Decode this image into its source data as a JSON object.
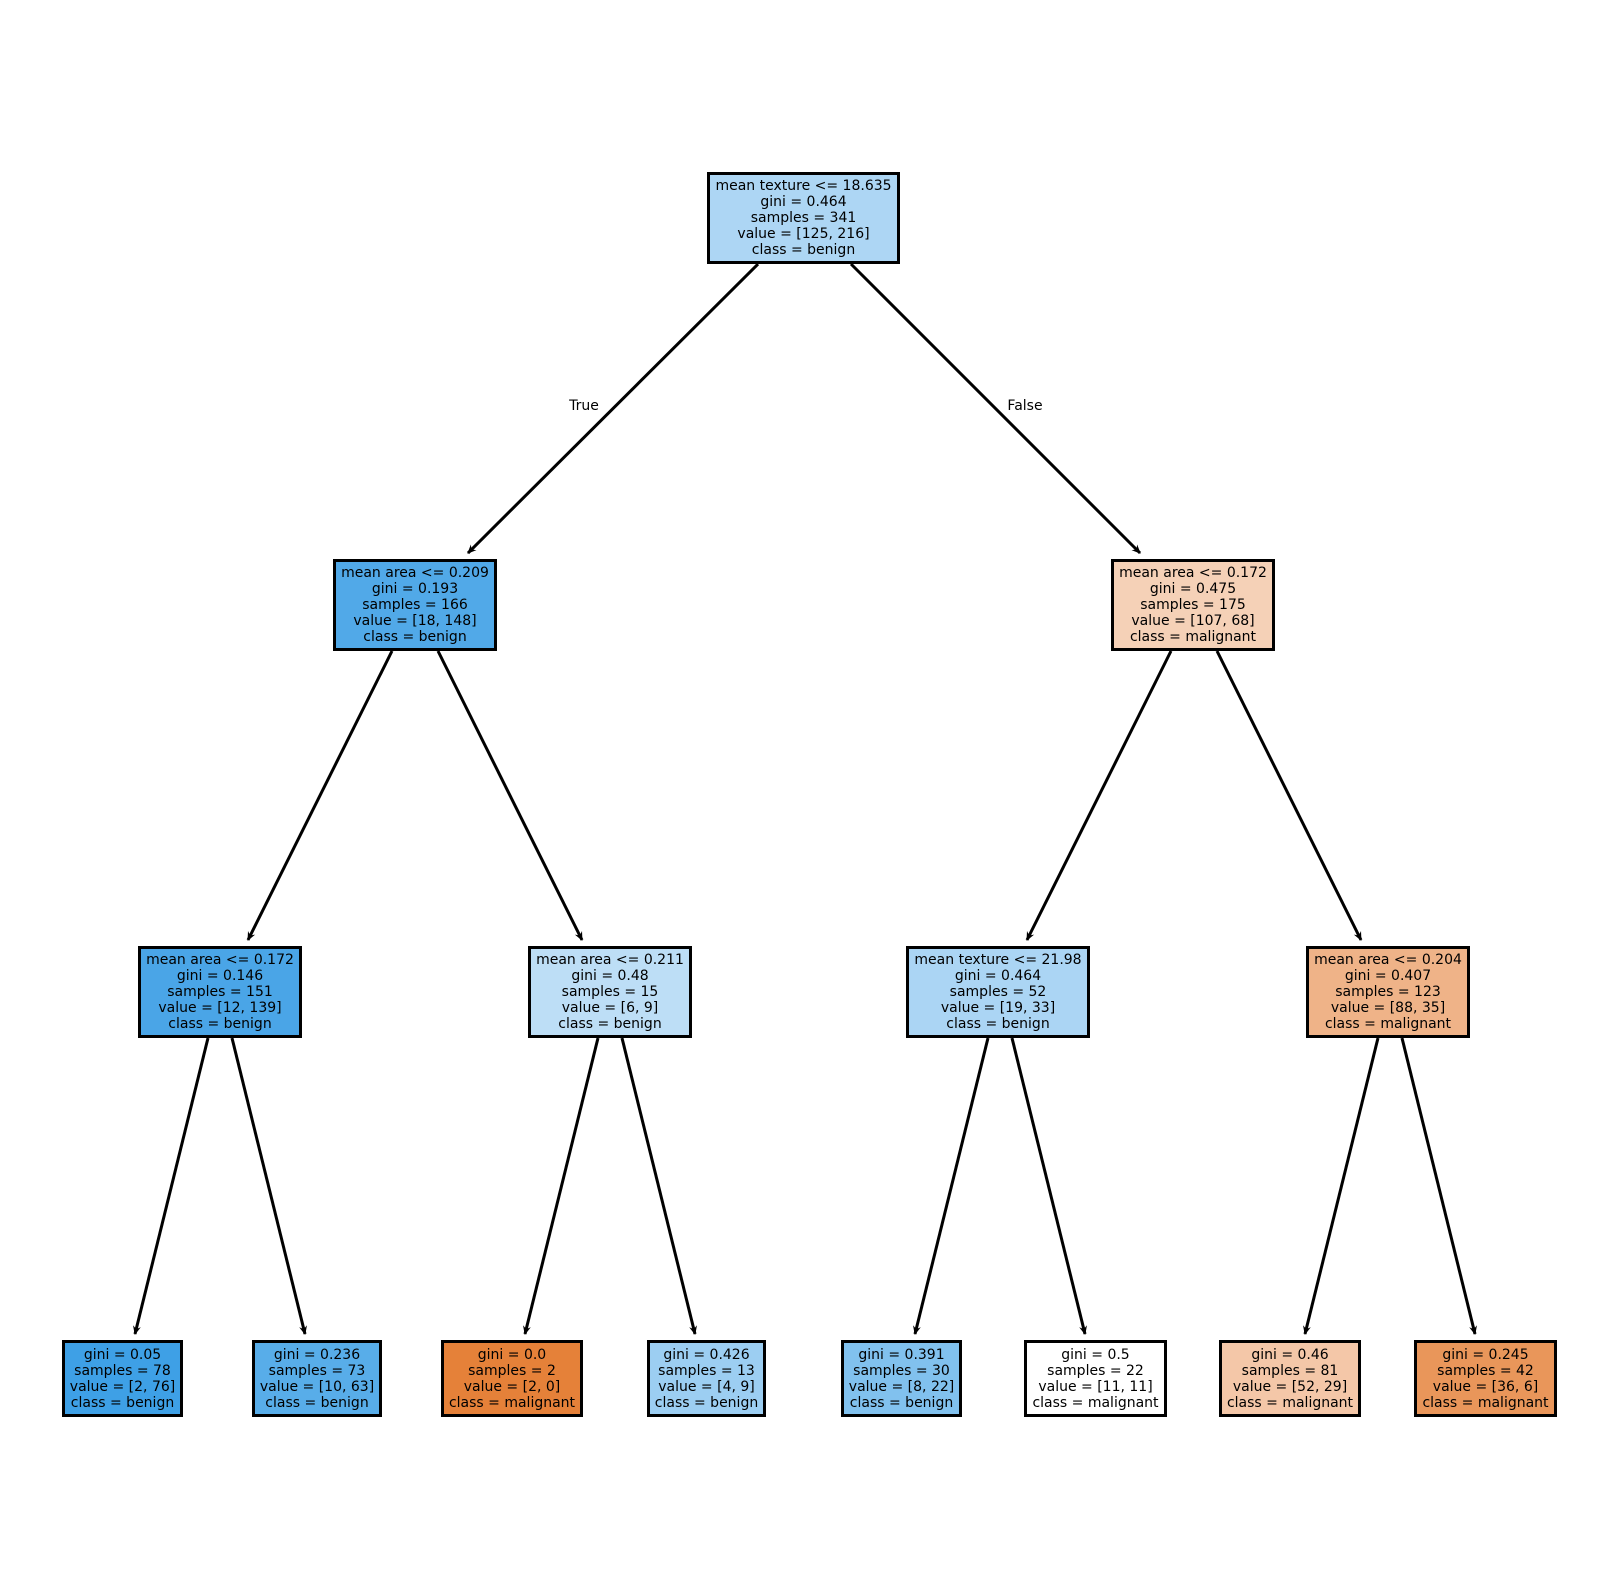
{
  "nodes": [
    {
      "id": "n0",
      "lines": [
        "mean texture <= 18.635",
        "gini = 0.464",
        "samples = 341",
        "value = [125, 216]",
        "class = benign"
      ],
      "fill": "#add6f4"
    },
    {
      "id": "n1",
      "lines": [
        "mean area <= 0.209",
        "gini = 0.193",
        "samples = 166",
        "value = [18, 148]",
        "class = benign"
      ],
      "fill": "#51a9e8"
    },
    {
      "id": "n2",
      "lines": [
        "mean area <= 0.172",
        "gini = 0.146",
        "samples = 151",
        "value = [12, 139]",
        "class = benign"
      ],
      "fill": "#4aa5e7"
    },
    {
      "id": "n3",
      "lines": [
        "gini = 0.05",
        "samples = 78",
        "value = [2, 76]",
        "class = benign"
      ],
      "fill": "#3ea0e6"
    },
    {
      "id": "n4",
      "lines": [
        "gini = 0.236",
        "samples = 73",
        "value = [10, 63]",
        "class = benign"
      ],
      "fill": "#58ade9"
    },
    {
      "id": "n5",
      "lines": [
        "mean area <= 0.211",
        "gini = 0.48",
        "samples = 15",
        "value = [6, 9]",
        "class = benign"
      ],
      "fill": "#bddef6"
    },
    {
      "id": "n6",
      "lines": [
        "gini = 0.0",
        "samples = 2",
        "value = [2, 0]",
        "class = malignant"
      ],
      "fill": "#e58139"
    },
    {
      "id": "n7",
      "lines": [
        "gini = 0.426",
        "samples = 13",
        "value = [4, 9]",
        "class = benign"
      ],
      "fill": "#9ccef2"
    },
    {
      "id": "n8",
      "lines": [
        "mean area <= 0.172",
        "gini = 0.475",
        "samples = 175",
        "value = [107, 68]",
        "class = malignant"
      ],
      "fill": "#f5d1b7"
    },
    {
      "id": "n9",
      "lines": [
        "mean texture <= 21.98",
        "gini = 0.464",
        "samples = 52",
        "value = [19, 33]",
        "class = benign"
      ],
      "fill": "#abd5f4"
    },
    {
      "id": "n10",
      "lines": [
        "gini = 0.391",
        "samples = 30",
        "value = [8, 22]",
        "class = benign"
      ],
      "fill": "#81c1ee"
    },
    {
      "id": "n11",
      "lines": [
        "gini = 0.5",
        "samples = 22",
        "value = [11, 11]",
        "class = malignant"
      ],
      "fill": "#ffffff"
    },
    {
      "id": "n12",
      "lines": [
        "mean area <= 0.204",
        "gini = 0.407",
        "samples = 123",
        "value = [88, 35]",
        "class = malignant"
      ],
      "fill": "#efb388"
    },
    {
      "id": "n13",
      "lines": [
        "gini = 0.46",
        "samples = 81",
        "value = [52, 29]",
        "class = malignant"
      ],
      "fill": "#f4c7a8"
    },
    {
      "id": "n14",
      "lines": [
        "gini = 0.245",
        "samples = 42",
        "value = [36, 6]",
        "class = malignant"
      ],
      "fill": "#e9965a"
    }
  ],
  "edges": [
    {
      "from": "n0",
      "to": "n1"
    },
    {
      "from": "n0",
      "to": "n8"
    },
    {
      "from": "n1",
      "to": "n2"
    },
    {
      "from": "n1",
      "to": "n5"
    },
    {
      "from": "n2",
      "to": "n3"
    },
    {
      "from": "n2",
      "to": "n4"
    },
    {
      "from": "n5",
      "to": "n6"
    },
    {
      "from": "n5",
      "to": "n7"
    },
    {
      "from": "n8",
      "to": "n9"
    },
    {
      "from": "n8",
      "to": "n12"
    },
    {
      "from": "n9",
      "to": "n10"
    },
    {
      "from": "n9",
      "to": "n11"
    },
    {
      "from": "n12",
      "to": "n13"
    },
    {
      "from": "n12",
      "to": "n14"
    }
  ],
  "edge_labels": {
    "true_label": "True",
    "false_label": "False"
  }
}
